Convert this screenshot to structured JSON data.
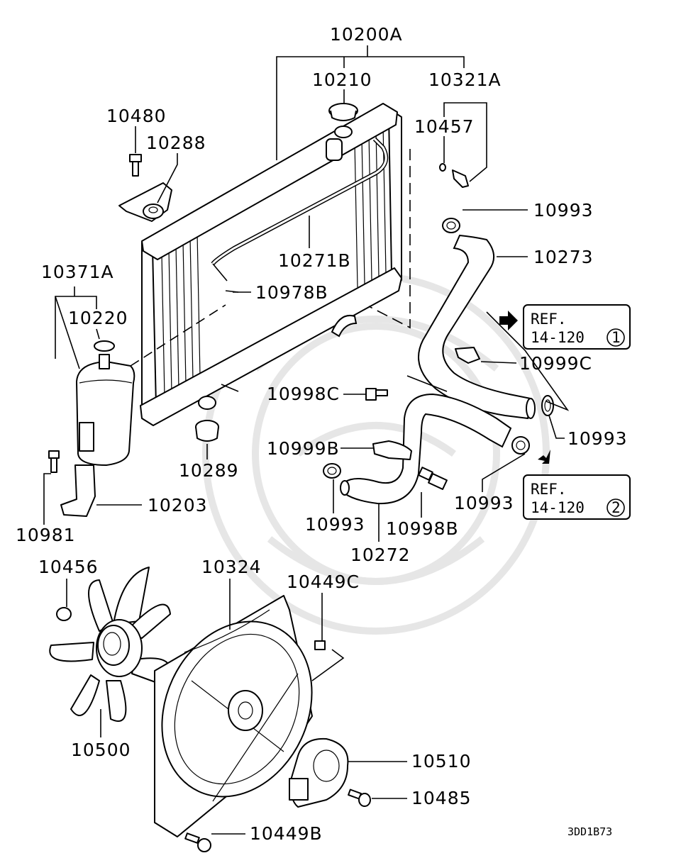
{
  "diagram": {
    "labels": {
      "p10200A": "10200A",
      "p10210": "10210",
      "p10321A": "10321A",
      "p10457": "10457",
      "p10480": "10480",
      "p10288": "10288",
      "p10993a": "10993",
      "p10273": "10273",
      "p10271B": "10271B",
      "p10371A": "10371A",
      "p10978B": "10978B",
      "p10220": "10220",
      "p10999C": "10999C",
      "p10998C": "10998C",
      "p10993b": "10993",
      "p10999B": "10999B",
      "p10289": "10289",
      "p10203": "10203",
      "p10981": "10981",
      "p10993c": "10993",
      "p10993d": "10993",
      "p10998B": "10998B",
      "p10272": "10272",
      "p10456": "10456",
      "p10324": "10324",
      "p10449C": "10449C",
      "p10500": "10500",
      "p10510": "10510",
      "p10485": "10485",
      "p10449B": "10449B"
    },
    "ref1": {
      "line1": "REF.",
      "line2": "14-120",
      "num": "1"
    },
    "ref2": {
      "line1": "REF.",
      "line2": "14-120",
      "num": "2"
    },
    "code": "3DD1B73"
  }
}
